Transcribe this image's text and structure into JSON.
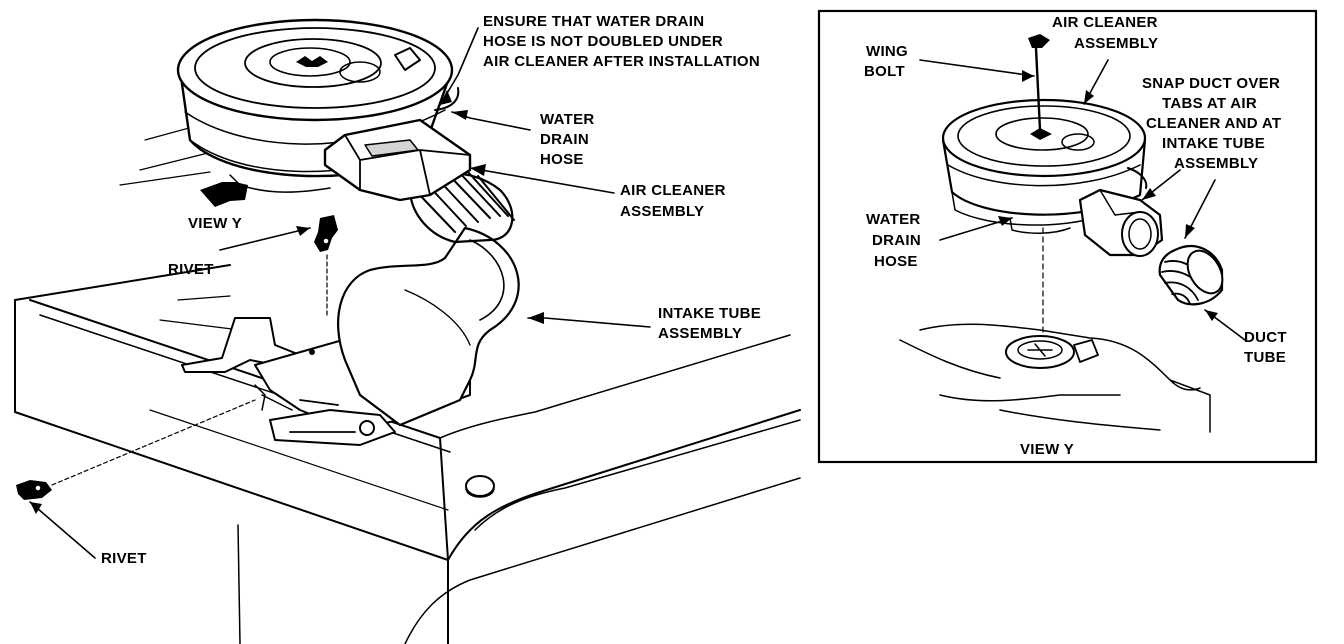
{
  "main_view": {
    "callouts": {
      "ensure_note": [
        "ENSURE THAT WATER DRAIN",
        "HOSE IS NOT DOUBLED UNDER",
        "AIR CLEANER AFTER INSTALLATION"
      ],
      "water_drain_hose": [
        "WATER",
        "DRAIN",
        "HOSE"
      ],
      "air_cleaner_assembly": [
        "AIR CLEANER",
        "ASSEMBLY"
      ],
      "intake_tube_assembly": [
        "INTAKE TUBE",
        "ASSEMBLY"
      ],
      "view_y_pointer": "VIEW Y",
      "rivet_upper": "RIVET",
      "rivet_lower": "RIVET"
    }
  },
  "inset_view_y": {
    "title": "VIEW Y",
    "callouts": {
      "air_cleaner_assembly": [
        "AIR CLEANER",
        "ASSEMBLY"
      ],
      "wing_bolt": [
        "WING",
        "BOLT"
      ],
      "snap_duct_note": [
        "SNAP DUCT OVER",
        "TABS AT AIR",
        "CLEANER AND AT",
        "INTAKE TUBE",
        "ASSEMBLY"
      ],
      "water_drain_hose": [
        "WATER",
        "DRAIN",
        "HOSE"
      ],
      "duct_tube": [
        "DUCT",
        "TUBE"
      ]
    }
  }
}
